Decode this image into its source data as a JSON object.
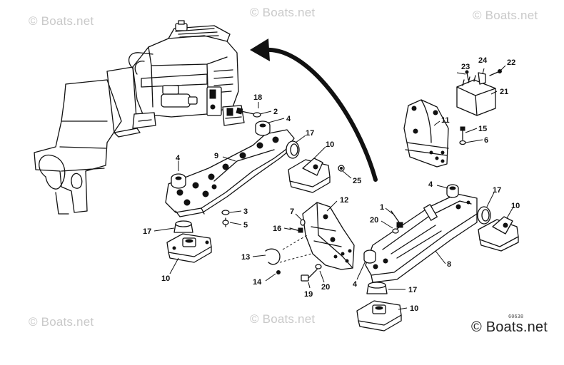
{
  "watermarks": [
    {
      "text": "© Boats.net"
    },
    {
      "text": "© Boats.net"
    },
    {
      "text": "© Boats.net"
    },
    {
      "text": "© Boats.net"
    },
    {
      "text": "© Boats.net"
    },
    {
      "text": "© Boats.net"
    }
  ],
  "drawing_code": "60638",
  "labels": {
    "l1": "1",
    "l2": "2",
    "l3": "3",
    "l4a": "4",
    "l4b": "4",
    "l4c": "4",
    "l4d": "4",
    "l5": "5",
    "l6": "6",
    "l7": "7",
    "l8": "8",
    "l9": "9",
    "l10a": "10",
    "l10b": "10",
    "l10c": "10",
    "l10d": "10",
    "l11": "11",
    "l12": "12",
    "l13": "13",
    "l14": "14",
    "l15": "15",
    "l16": "16",
    "l17a": "17",
    "l17b": "17",
    "l17c": "17",
    "l17d": "17",
    "l18": "18",
    "l19": "19",
    "l20a": "20",
    "l20b": "20",
    "l21": "21",
    "l22": "22",
    "l23": "23",
    "l24": "24",
    "l25": "25"
  }
}
